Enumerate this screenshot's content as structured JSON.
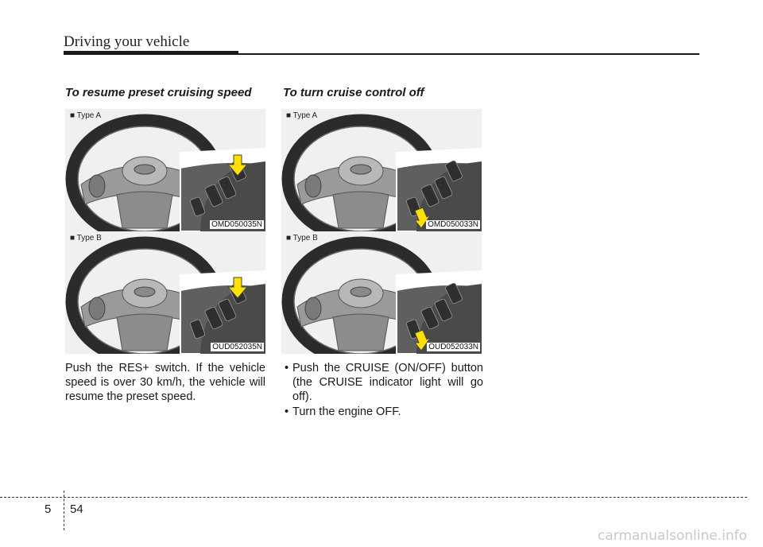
{
  "header": {
    "title": "Driving your vehicle"
  },
  "left_column": {
    "title": "To resume preset cruising speed",
    "figures": [
      {
        "type_label": "■ Type A",
        "code": "OMD050035N"
      },
      {
        "type_label": "■ Type B",
        "code": "OUD052035N"
      }
    ],
    "text": "Push the RES+ switch. If the vehicle speed is over 30 km/h, the vehicle will resume the preset speed."
  },
  "right_column": {
    "title": "To turn cruise control off",
    "figures": [
      {
        "type_label": "■ Type A",
        "code": "OMD050033N"
      },
      {
        "type_label": "■ Type B",
        "code": "OUD052033N"
      }
    ],
    "bullets": [
      "Push the CRUISE (ON/OFF) button (the CRUISE indicator light will go off).",
      "Turn the engine OFF."
    ]
  },
  "footer": {
    "section": "5",
    "page": "54"
  },
  "watermark": "carmanualsonline.info"
}
